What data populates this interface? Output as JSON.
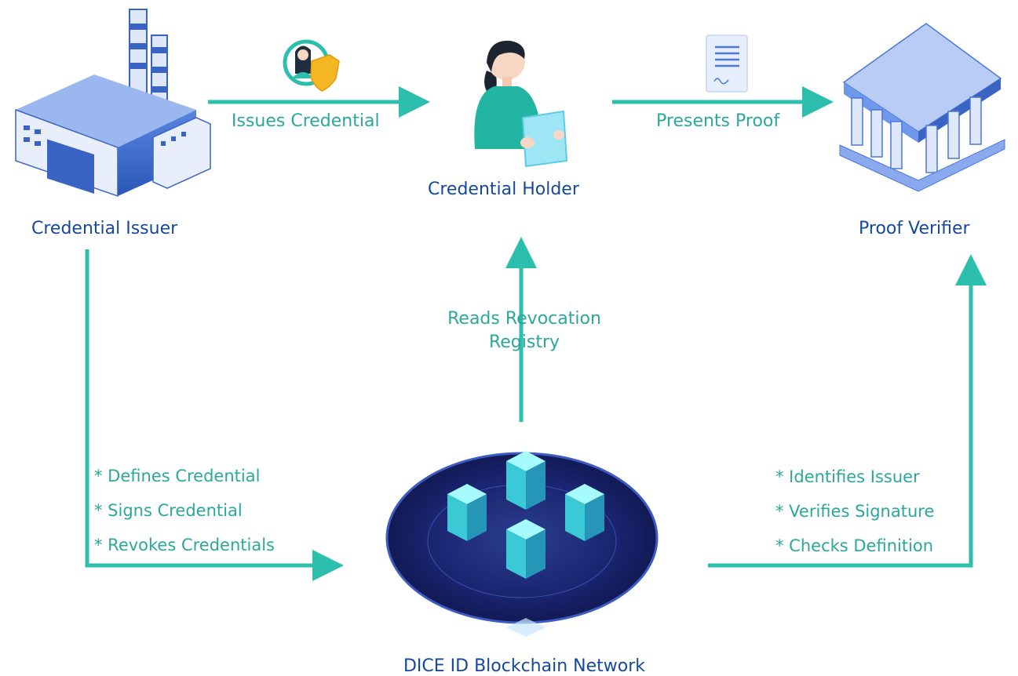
{
  "nodes": {
    "issuer": {
      "label": "Credential Issuer",
      "icon": "factory-icon"
    },
    "holder": {
      "label": "Credential Holder",
      "icon": "person-with-document-icon"
    },
    "verifier": {
      "label": "Proof Verifier",
      "icon": "bank-building-icon"
    },
    "network": {
      "label": "DICE ID Blockchain Network",
      "icon": "blockchain-cubes-icon"
    }
  },
  "edges": {
    "issues": {
      "label": "Issues Credential",
      "icon": "identity-shield-icon"
    },
    "presents": {
      "label": "Presents Proof",
      "icon": "signed-document-icon"
    },
    "reads": {
      "line1": "Reads Revocation",
      "line2": "Registry"
    }
  },
  "issuer_actions": [
    "* Defines Credential",
    "* Signs Credential",
    "* Revokes Credentials"
  ],
  "verifier_actions": [
    "* Identifies Issuer",
    "* Verifies Signature",
    "* Checks Definition"
  ],
  "colors": {
    "arrow": "#2cbfae",
    "node_label": "#16489a",
    "edge_label": "#2aa89a"
  }
}
